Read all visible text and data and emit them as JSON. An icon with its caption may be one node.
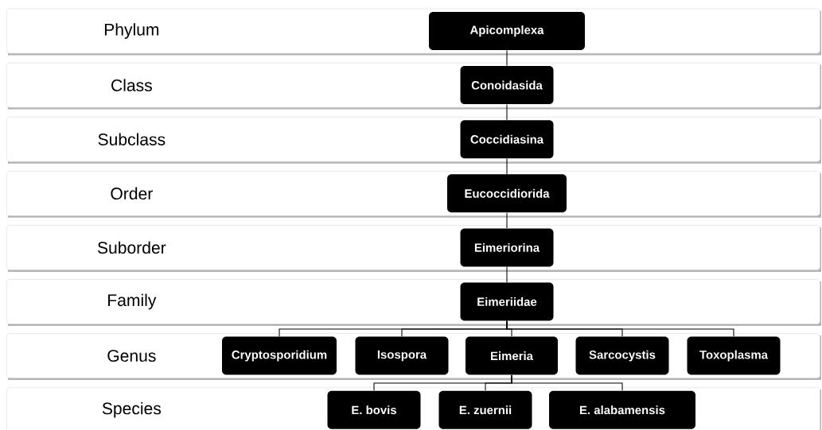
{
  "diagram": {
    "nodes": [
      {
        "text": [
          "Phylum"
        ]
      },
      {
        "text": [
          "Apicomplexa"
        ],
        "in": 0
      },
      {
        "text": [
          "Class"
        ]
      },
      {
        "text": [
          "Conoidasida"
        ],
        "in": 2
      },
      {
        "text": [
          "Subclass"
        ]
      },
      {
        "text": [
          "Coccidiasina"
        ],
        "in": 4
      },
      {
        "text": [
          "Order"
        ]
      },
      {
        "text": [
          "Eucoccidiorida"
        ],
        "in": 6
      },
      {
        "text": [
          "Suborder"
        ]
      },
      {
        "text": [
          "Eimeriorina"
        ],
        "in": 8
      },
      {
        "text": [
          "Family"
        ]
      },
      {
        "text": [
          "Eimeriidae"
        ],
        "in": 10
      },
      {
        "text": [
          "Genus"
        ]
      },
      {
        "text": [
          "Cryptosporidium"
        ],
        "in": 12
      },
      {
        "text": [
          "Isospora"
        ],
        "in": 12
      },
      {
        "text": [
          "Eimeria"
        ],
        "in": 12
      },
      {
        "text": [
          "Sarcocystis"
        ],
        "in": 12
      },
      {
        "text": [
          "Toxoplasma"
        ],
        "in": 12
      },
      {
        "text": [
          "Species"
        ]
      },
      {
        "text": [
          "E. bovis"
        ],
        "in": 18
      },
      {
        "text": [
          "E. zuernii"
        ],
        "in": 18
      },
      {
        "text": [
          "E. alabamensis"
        ],
        "in": 18
      }
    ],
    "edges": [
      {
        "from": 1,
        "to": 3,
        "arrow": "none"
      },
      {
        "from": 3,
        "to": 5,
        "arrow": "none"
      },
      {
        "from": 5,
        "to": 7,
        "arrow": "none"
      },
      {
        "from": 7,
        "to": 9,
        "arrow": "none"
      },
      {
        "from": 9,
        "to": 11,
        "arrow": "none"
      },
      {
        "from": 11,
        "to": 13,
        "arrow": "none"
      },
      {
        "from": 11,
        "to": 14,
        "arrow": "none"
      },
      {
        "from": 11,
        "to": 15,
        "arrow": "none"
      },
      {
        "from": 11,
        "to": 16,
        "arrow": "none"
      },
      {
        "from": 11,
        "to": 17,
        "arrow": "none"
      },
      {
        "from": 15,
        "to": 19,
        "arrow": "none"
      },
      {
        "from": 15,
        "to": 20,
        "arrow": "none"
      },
      {
        "from": 15,
        "to": 21,
        "arrow": "none"
      }
    ]
  }
}
